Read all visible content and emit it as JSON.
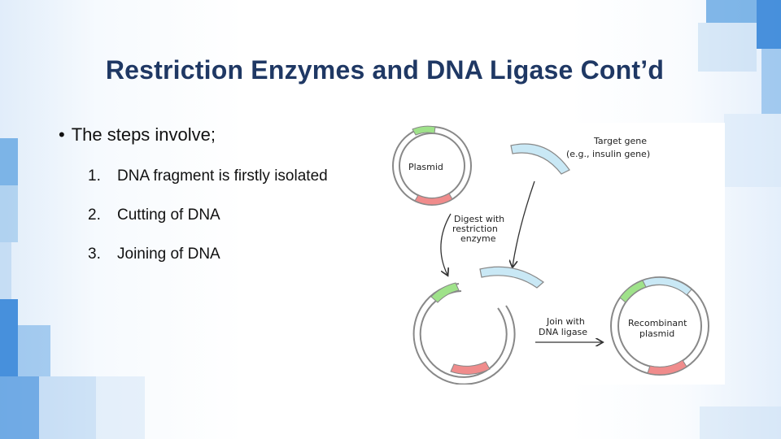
{
  "slide": {
    "title": "Restriction Enzymes and DNA Ligase Cont’d",
    "bullet": "The steps involve;",
    "steps": [
      {
        "num": "1.",
        "text": "DNA fragment is firstly isolated"
      },
      {
        "num": "2.",
        "text": "Cutting of DNA"
      },
      {
        "num": "3.",
        "text": "Joining of DNA"
      }
    ]
  },
  "figure": {
    "plasmid_label": "Plasmid",
    "target_gene_label_1": "Target gene",
    "target_gene_label_2": "(e.g., insulin gene)",
    "digest_label_1": "Digest with",
    "digest_label_2": "restriction",
    "digest_label_3": "enzyme",
    "join_label_1": "Join with",
    "join_label_2": "DNA ligase",
    "recombinant_label_1": "Recombinant",
    "recombinant_label_2": "plasmid"
  },
  "colors": {
    "title": "#1f3864",
    "plasmid_green": "#9fe28a",
    "plasmid_red": "#f08c8c",
    "gene_blue": "#c9e8f5",
    "tile_blue": "#2b7fd6"
  }
}
